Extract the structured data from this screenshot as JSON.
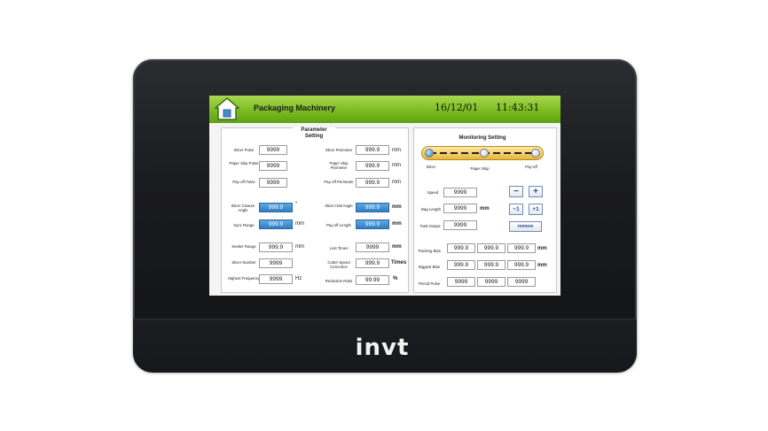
{
  "device": {
    "brand": "invt"
  },
  "header": {
    "title": "Packaging Machinery",
    "date": "16/12/01",
    "time": "11:43:31"
  },
  "parameter_setting": {
    "title": "Parameter Setting",
    "left": [
      {
        "label": "Slicer Pulse",
        "value": "9999",
        "unit": "",
        "highlighted": false
      },
      {
        "label": "Paper Skip Pulse",
        "value": "9999",
        "unit": "",
        "highlighted": false
      },
      {
        "label": "Pay-off Pulse",
        "value": "9999",
        "unit": "",
        "highlighted": false
      },
      {
        "label": "Slicer Closure Angle",
        "value": "999.9",
        "unit": "°",
        "highlighted": true
      },
      {
        "label": "Sync Range",
        "value": "999.9",
        "unit": "mm",
        "highlighted": true
      },
      {
        "label": "Seeker Range",
        "value": "999.9",
        "unit": "mm",
        "highlighted": false
      },
      {
        "label": "Slicer Number",
        "value": "9999",
        "unit": "",
        "highlighted": false
      },
      {
        "label": "Highest Frequency",
        "value": "9999",
        "unit": "Hz",
        "highlighted": false
      }
    ],
    "right": [
      {
        "label": "Slicer Perimeter",
        "value": "999.9",
        "unit": "mm",
        "highlighted": false
      },
      {
        "label": "Paper Skip Perimeter",
        "value": "999.9",
        "unit": "mm",
        "highlighted": false
      },
      {
        "label": "Pay-off Perimeter",
        "value": "999.9",
        "unit": "mm",
        "highlighted": false
      },
      {
        "label": "Slicer Halt Angle",
        "value": "999.9",
        "unit": "mm",
        "highlighted": true
      },
      {
        "label": "Pay-off Length",
        "value": "999.9",
        "unit": "mm",
        "highlighted": true
      },
      {
        "label": "Lost Times",
        "value": "9999",
        "unit": "mm",
        "highlighted": false
      },
      {
        "label": "Cutter Speed Correction",
        "value": "999.9",
        "unit": "Times",
        "highlighted": false
      },
      {
        "label": "Reduction Ratio",
        "value": "99.99",
        "unit": "%",
        "highlighted": false
      }
    ]
  },
  "monitoring_setting": {
    "title": "Monitoring Setting",
    "slider_labels": [
      "Slicer",
      "Paper Skip",
      "Pay-off"
    ],
    "speed": {
      "label": "Speed",
      "value": "9999"
    },
    "bag_length": {
      "label": "Bag Length",
      "value": "9999",
      "unit": "mm"
    },
    "total_output": {
      "label": "Total Output",
      "value": "9999"
    },
    "buttons": {
      "minus": "−",
      "plus": "+",
      "minus1": "−1",
      "plus1": "+1",
      "remove": "remove"
    },
    "tracking_bias": {
      "label": "Tracking Bias",
      "values": [
        "999.9",
        "999.9",
        "999.9"
      ],
      "unit": "mm"
    },
    "biggest_bias": {
      "label": "Biggest Bias",
      "values": [
        "999.9",
        "999.9",
        "999.9"
      ],
      "unit": "mm"
    },
    "period_pulse": {
      "label": "Period Pulse",
      "values": [
        "9999",
        "9999",
        "9999"
      ]
    }
  }
}
